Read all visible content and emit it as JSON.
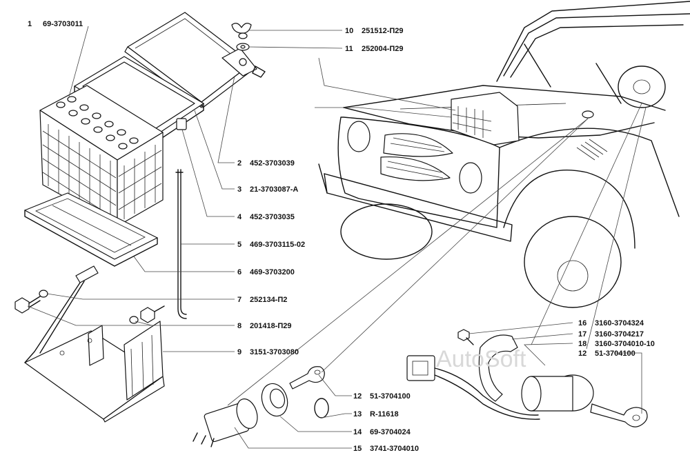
{
  "watermark": "AutoSoft",
  "callouts": [
    {
      "num": "1",
      "code": "69-3703011"
    },
    {
      "num": "10",
      "code": "251512-П29"
    },
    {
      "num": "11",
      "code": "252004-П29"
    },
    {
      "num": "2",
      "code": "452-3703039"
    },
    {
      "num": "3",
      "code": "21-3703087-А"
    },
    {
      "num": "4",
      "code": "452-3703035"
    },
    {
      "num": "5",
      "code": "469-3703115-02"
    },
    {
      "num": "6",
      "code": "469-3703200"
    },
    {
      "num": "7",
      "code": "252134-П2"
    },
    {
      "num": "8",
      "code": "201418-П29"
    },
    {
      "num": "9",
      "code": "3151-3703080"
    },
    {
      "num": "16",
      "code": "3160-3704324"
    },
    {
      "num": "17",
      "code": "3160-3704217"
    },
    {
      "num": "18",
      "code": "3160-3704010-10"
    },
    {
      "num": "12",
      "code": "51-3704100"
    },
    {
      "num": "12",
      "code": "51-3704100"
    },
    {
      "num": "13",
      "code": "R-11618"
    },
    {
      "num": "14",
      "code": "69-3704024"
    },
    {
      "num": "15",
      "code": "3741-3704010"
    }
  ]
}
